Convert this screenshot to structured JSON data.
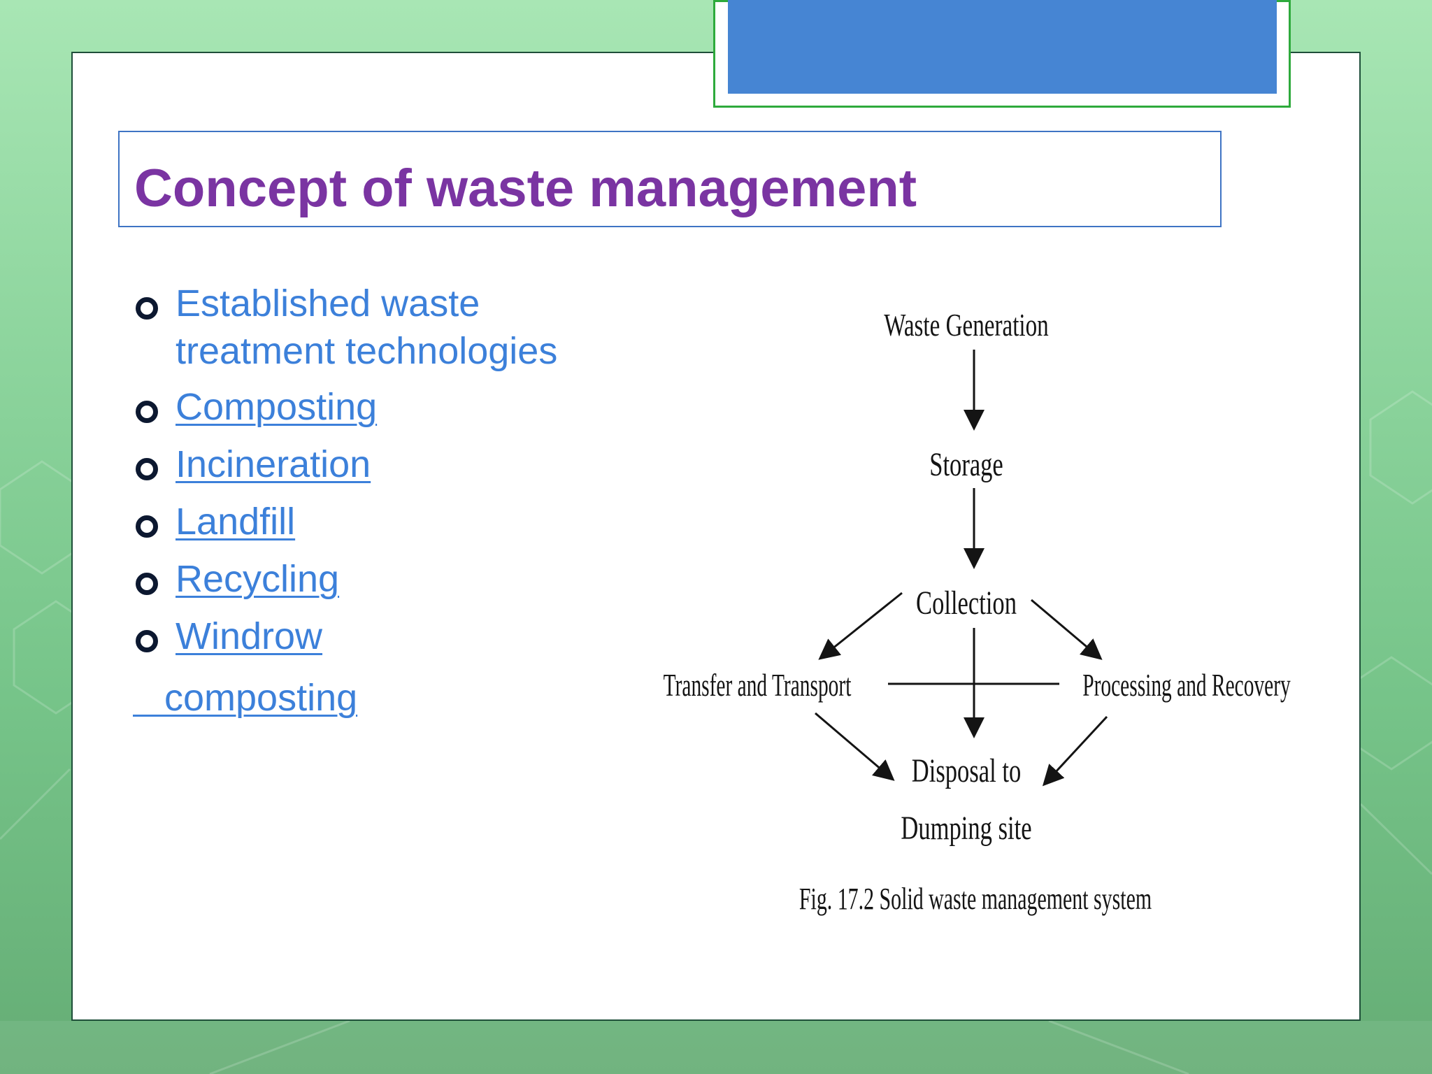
{
  "slide": {
    "title": "Concept of waste management",
    "bullets": [
      {
        "lines": [
          "Established waste",
          "treatment technologies"
        ],
        "link": false
      },
      {
        "lines": [
          "Composting"
        ],
        "link": true
      },
      {
        "lines": [
          "Incineration"
        ],
        "link": true
      },
      {
        "lines": [
          "Landfill"
        ],
        "link": true
      },
      {
        "lines": [
          "Recycling"
        ],
        "link": true
      },
      {
        "lines": [
          "Windrow"
        ],
        "link": true
      }
    ],
    "bullet_continuation": "   composting"
  },
  "diagram": {
    "nodes": {
      "generation": "Waste Generation",
      "storage": "Storage",
      "collection": "Collection",
      "transfer": "Transfer and Transport",
      "processing": "Processing and Recovery",
      "disposal_line1": "Disposal to",
      "disposal_line2": "Dumping site"
    },
    "caption": "Fig. 17.2 Solid waste management system"
  },
  "colors": {
    "title": "#7a34a2",
    "bullet_text": "#3c80da",
    "accent_fill": "#4685d3",
    "accent_border": "#2eaa3c",
    "title_border": "#3f74c4"
  }
}
